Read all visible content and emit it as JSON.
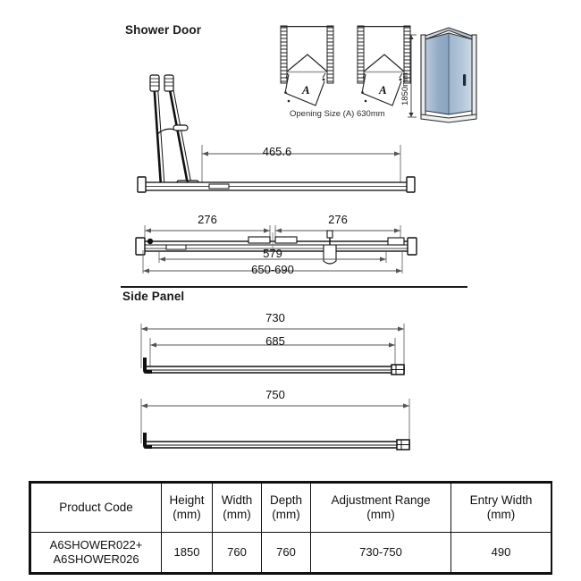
{
  "sections": {
    "shower_door": {
      "title": "Shower Door"
    },
    "side_panel": {
      "title": "Side Panel"
    }
  },
  "plan_detail": {
    "label_a_left": "A",
    "label_a_right": "A",
    "caption": "Opening Size (A) 630mm"
  },
  "render": {
    "height_label": "1850mm",
    "glass_color": "#9bb4ce",
    "glass_color_light": "#c3d3e2",
    "frame_color": "#2b2b2b"
  },
  "door_elevation_top": {
    "dim_465": "465.6"
  },
  "door_elevation_bottom": {
    "dim_276_left": "276",
    "dim_276_right": "276",
    "dim_579": "579",
    "dim_650_690": "650-690"
  },
  "side_panel_upper": {
    "dim_730": "730",
    "dim_685": "685"
  },
  "side_panel_lower": {
    "dim_750": "750"
  },
  "spec_table": {
    "headers": [
      "Product Code",
      "Height\n(mm)",
      "Width\n(mm)",
      "Depth\n(mm)",
      "Adjustment Range\n(mm)",
      "Entry Width\n(mm)"
    ],
    "header_lines": {
      "product_code": "Product Code",
      "height_1": "Height",
      "height_2": "(mm)",
      "width_1": "Width",
      "width_2": "(mm)",
      "depth_1": "Depth",
      "depth_2": "(mm)",
      "adjustment_1": "Adjustment Range",
      "adjustment_2": "(mm)",
      "entry_1": "Entry Width",
      "entry_2": "(mm)"
    },
    "row": {
      "product_code_1": "A6SHOWER022+",
      "product_code_2": "A6SHOWER026",
      "height": "1850",
      "width": "760",
      "depth": "760",
      "adjustment_range": "730-750",
      "entry_width": "490"
    }
  }
}
